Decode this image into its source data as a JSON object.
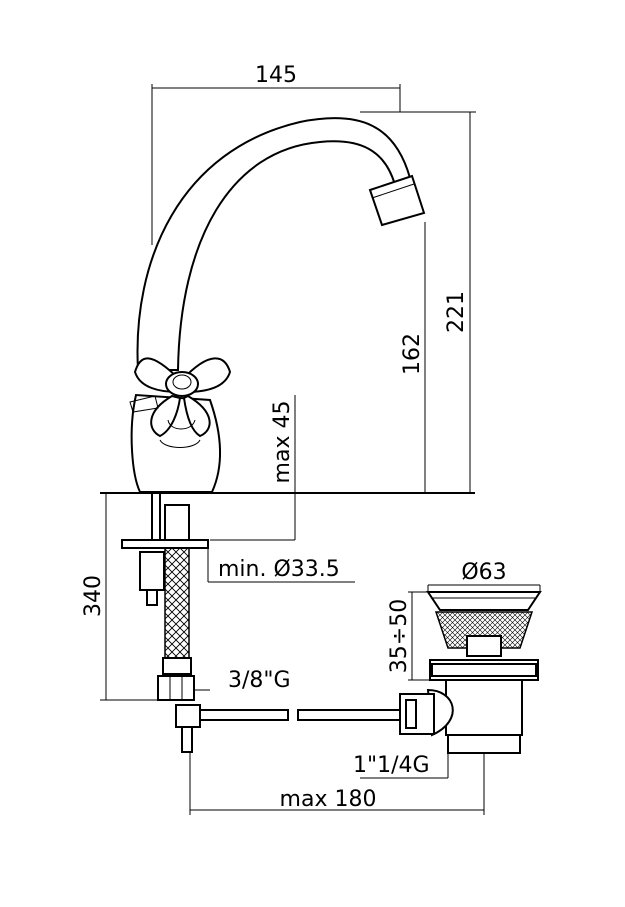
{
  "dimensions": {
    "width_top": "145",
    "height_total": "221",
    "height_spout": "162",
    "max_thickness": "max 45",
    "height_340": "340",
    "min_diameter": "min. Ø33.5",
    "connection": "3/8\"G",
    "drain_diameter": "Ø63",
    "drain_range": "35÷50",
    "drain_thread": "1\"1/4G",
    "max_reach": "max 180"
  }
}
